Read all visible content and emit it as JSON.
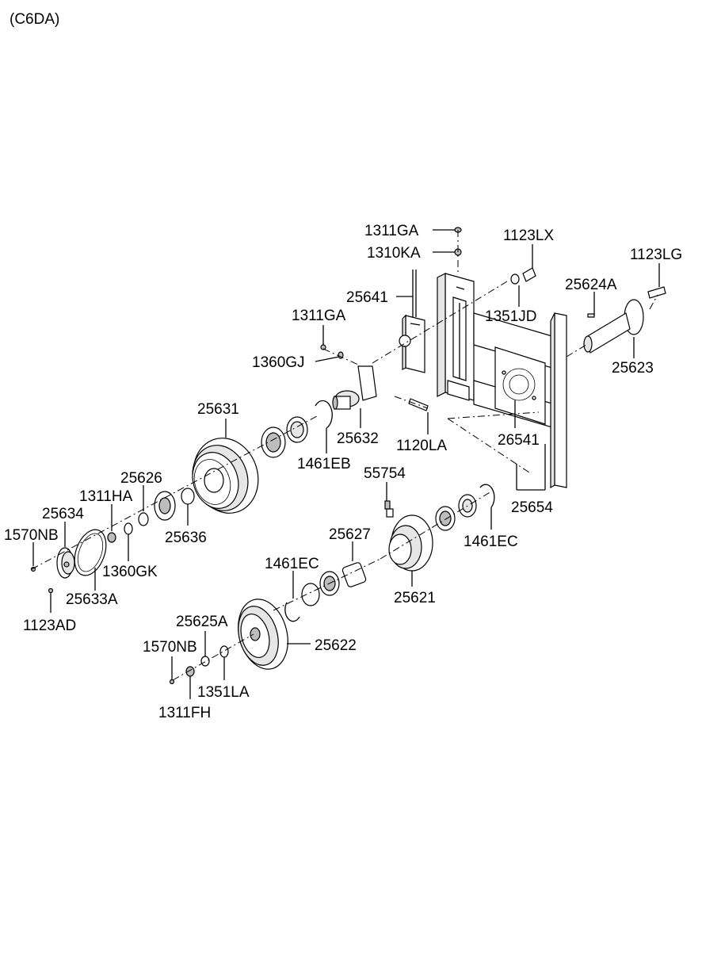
{
  "header": {
    "code": "(C6DA)"
  },
  "labels": {
    "p1311GA_top": "1311GA",
    "p1310KA": "1310KA",
    "p1123LX": "1123LX",
    "p1123LG": "1123LG",
    "p25624A": "25624A",
    "p25641": "25641",
    "p1351JD": "1351JD",
    "p1311GA_mid": "1311GA",
    "p1360GJ": "1360GJ",
    "p25623": "25623",
    "p25631": "25631",
    "p25632": "25632",
    "p1120LA": "1120LA",
    "p26541": "26541",
    "p1461EB": "1461EB",
    "p25626": "25626",
    "p55754": "55754",
    "p1311HA": "1311HA",
    "p25654": "25654",
    "p25634": "25634",
    "p1570NB_left": "1570NB",
    "p25636": "25636",
    "p25627": "25627",
    "p1461EC_right": "1461EC",
    "p1360GK": "1360GK",
    "p1461EC_mid": "1461EC",
    "p25633A": "25633A",
    "p25621": "25621",
    "p1123AD": "1123AD",
    "p25625A": "25625A",
    "p25622": "25622",
    "p1570NB_bottom": "1570NB",
    "p1351LA": "1351LA",
    "p1311FH": "1311FH"
  }
}
